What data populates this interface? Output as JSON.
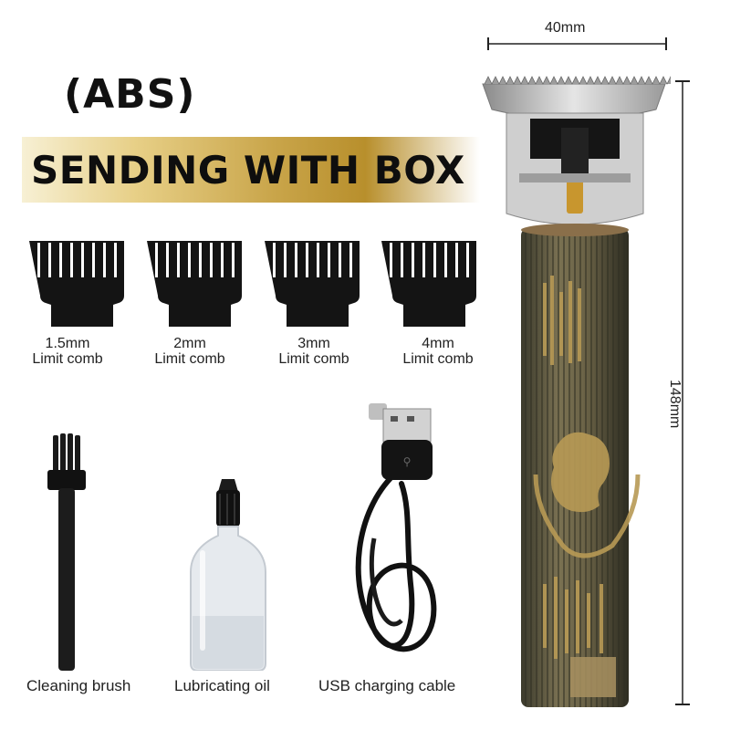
{
  "header": {
    "material": "(ABS)",
    "banner": "SENDING WITH BOX"
  },
  "combs": [
    {
      "size": "1.5mm",
      "label": "Limit comb"
    },
    {
      "size": "2mm",
      "label": "Limit comb"
    },
    {
      "size": "3mm",
      "label": "Limit comb"
    },
    {
      "size": "4mm",
      "label": "Limit comb"
    }
  ],
  "accessories": [
    {
      "label": "Cleaning brush"
    },
    {
      "label": "Lubricating oil"
    },
    {
      "label": "USB charging cable"
    }
  ],
  "dimensions": {
    "width": "40mm",
    "height": "148mm"
  },
  "colors": {
    "banner_gold": "#c9a54a",
    "trimmer_body": "#6f6748",
    "trimmer_engraving": "#b89a55",
    "blade_silver": "#b8b8b8"
  }
}
